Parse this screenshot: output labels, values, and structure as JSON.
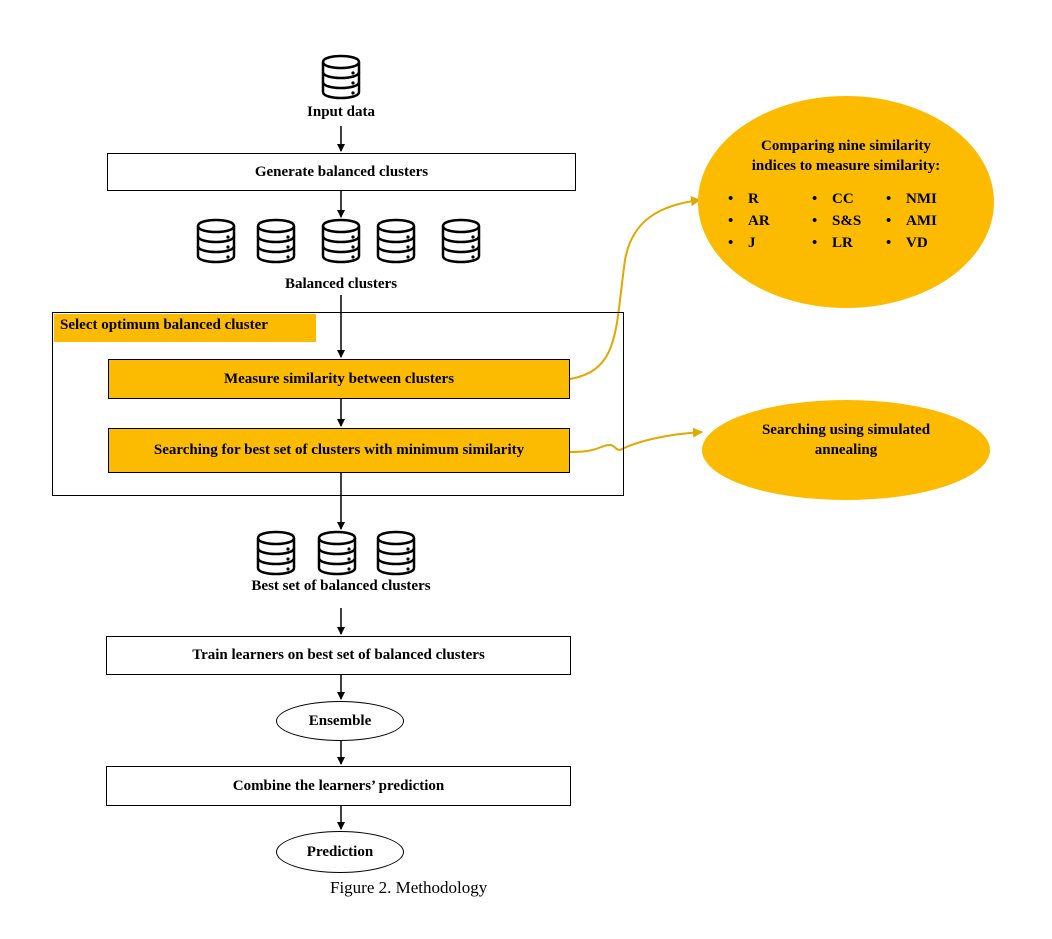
{
  "flow": {
    "input_label": "Input data",
    "generate": "Generate balanced clusters",
    "balanced_label": "Balanced clusters",
    "select_tag": "Select optimum balanced cluster",
    "measure": "Measure similarity between clusters",
    "search": "Searching for best set of clusters with minimum similarity",
    "best_label": "Best set of balanced clusters",
    "train": "Train learners on best set of balanced clusters",
    "ensemble": "Ensemble",
    "combine": "Combine the learners’ prediction",
    "prediction": "Prediction"
  },
  "similarity_bubble": {
    "title_line1": "Comparing nine similarity",
    "title_line2": "indices to measure similarity:",
    "indices": [
      [
        "R",
        "AR",
        "J"
      ],
      [
        "CC",
        "S&S",
        "LR"
      ],
      [
        "NMI",
        "AMI",
        "VD"
      ]
    ]
  },
  "annealing_bubble": {
    "line1": "Searching using simulated",
    "line2": "annealing"
  },
  "caption": "Figure 2. Methodology",
  "colors": {
    "accent": "#fdbb00",
    "line": "#000000"
  },
  "icons": {
    "database": "database-icon"
  }
}
